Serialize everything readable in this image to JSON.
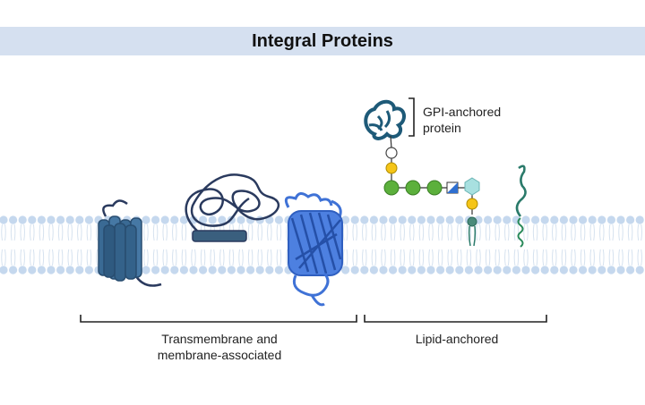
{
  "title": "Integral Proteins",
  "labels": {
    "gpi_line1": "GPI-anchored",
    "gpi_line2": "protein",
    "transmembrane_line1": "Transmembrane and",
    "transmembrane_line2": "membrane-associated",
    "lipid_anchored": "Lipid-anchored"
  },
  "colors": {
    "title_bar": "#d5e0f0",
    "lipid_head": "#c5d8ee",
    "protein_dark": "#3a6a94",
    "protein_navy": "#2a3a5e",
    "beta_barrel": "#3f72d6",
    "gpi_protein": "#1e5a78",
    "sugar_green": "#5cb03c",
    "sugar_yellow": "#f5c518",
    "inositol_cyan": "#a8e0e0",
    "lipid_anchor_teal": "#2a7a6a"
  },
  "icons": [
    "lipid-bilayer",
    "gpcr-helix-bundle-icon",
    "peripheral-protein-icon",
    "beta-barrel-icon",
    "gpi-protein-icon",
    "glycan-chain-icon",
    "lipid-anchored-protein-icon"
  ]
}
